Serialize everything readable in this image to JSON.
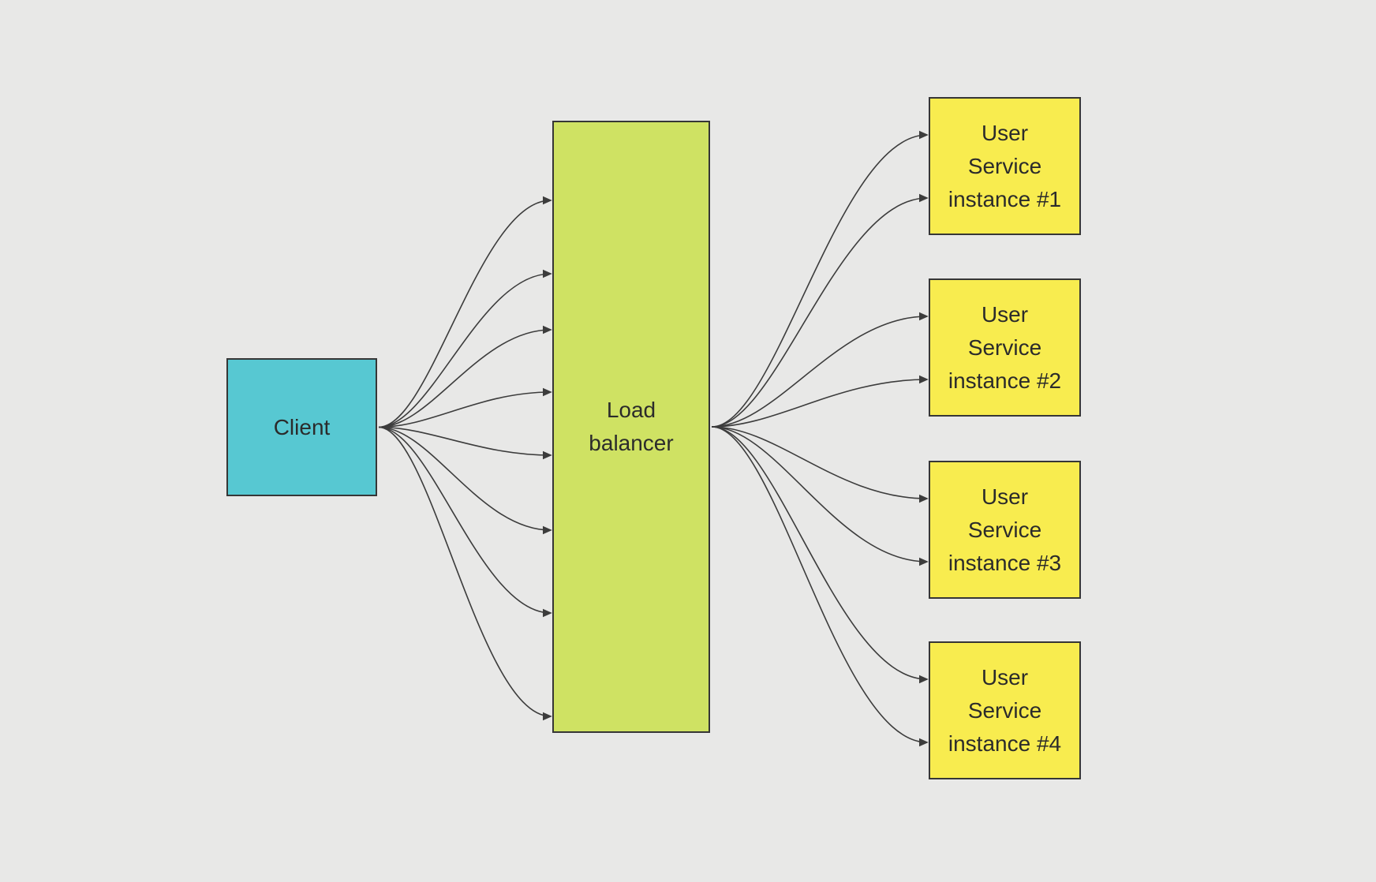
{
  "diagram": {
    "background_color": "#e8e8e7",
    "edge_color": "#3c3c3c",
    "border_color": "#363636",
    "text_color": "#2b2b2b",
    "nodes": {
      "client": {
        "label": "Client",
        "fill": "#57c8d2"
      },
      "load_balancer": {
        "label": "Load\nbalancer",
        "fill": "#cfe263"
      },
      "instances": [
        {
          "label": "User\nService\ninstance #1",
          "fill": "#f8ec4f"
        },
        {
          "label": "User\nService\ninstance #2",
          "fill": "#f8ec4f"
        },
        {
          "label": "User\nService\ninstance #3",
          "fill": "#f8ec4f"
        },
        {
          "label": "User\nService\ninstance #4",
          "fill": "#f8ec4f"
        }
      ]
    },
    "edges": [
      {
        "from": "client",
        "to": "load_balancer",
        "count": 8,
        "style": "curved-arrow"
      },
      {
        "from": "load_balancer",
        "to": "user_service_instance_1",
        "count": 2,
        "style": "curved-arrow"
      },
      {
        "from": "load_balancer",
        "to": "user_service_instance_2",
        "count": 2,
        "style": "curved-arrow"
      },
      {
        "from": "load_balancer",
        "to": "user_service_instance_3",
        "count": 2,
        "style": "curved-arrow"
      },
      {
        "from": "load_balancer",
        "to": "user_service_instance_4",
        "count": 2,
        "style": "curved-arrow"
      }
    ]
  }
}
